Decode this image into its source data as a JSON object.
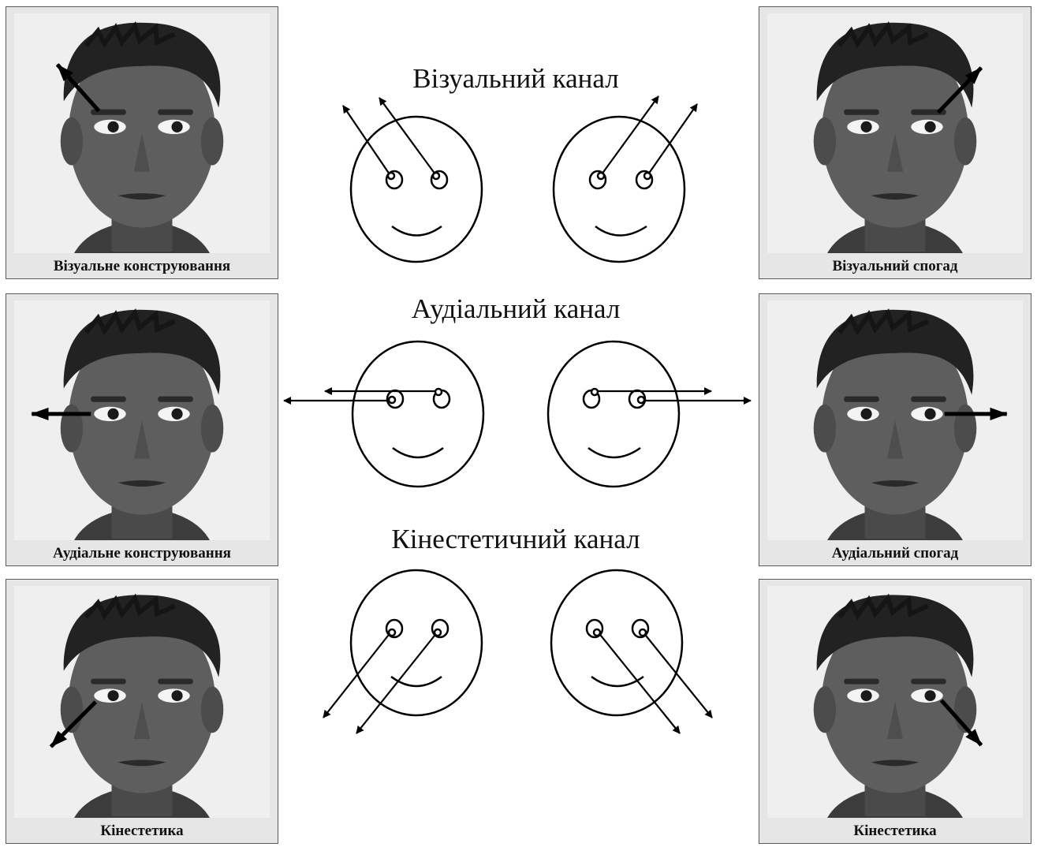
{
  "channels": {
    "visual": "Візуальний канал",
    "auditory": "Аудіальний канал",
    "kinesthetic": "Кінестетичний канал"
  },
  "cards": {
    "visual_construct": "Візуальне конструювання",
    "visual_recall": "Візуальний спогад",
    "auditory_construct": "Аудіальне конструювання",
    "auditory_recall": "Аудіальний спогад",
    "kinesthetic_left": "Кінестетика",
    "kinesthetic_right": "Кінестетика"
  },
  "colors": {
    "card_bg": "#e6e6e6",
    "photo_bg": "#f1f1f1",
    "line": "#000000"
  }
}
